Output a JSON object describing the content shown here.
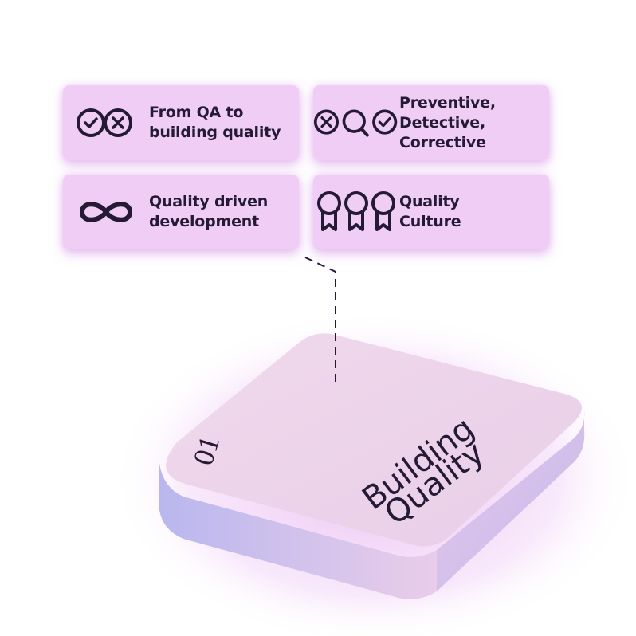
{
  "cards": [
    {
      "label": "From QA to\nbuilding quality",
      "icon": "check-x-circles-icon"
    },
    {
      "label": "Preventive,\nDetective,\nCorrective",
      "icon": "x-magnify-check-icon"
    },
    {
      "label": "Quality driven\ndevelopment",
      "icon": "infinity-icon"
    },
    {
      "label": "Quality\nCulture",
      "icon": "award-ribbons-icon"
    }
  ],
  "block": {
    "number": "01",
    "title_line1": "Building",
    "title_line2": "Quality"
  },
  "colors": {
    "card_bg": "#f0cdf4",
    "ink": "#241a36",
    "block_top": "#ecd3ea",
    "block_side": "#dcbfe8"
  }
}
